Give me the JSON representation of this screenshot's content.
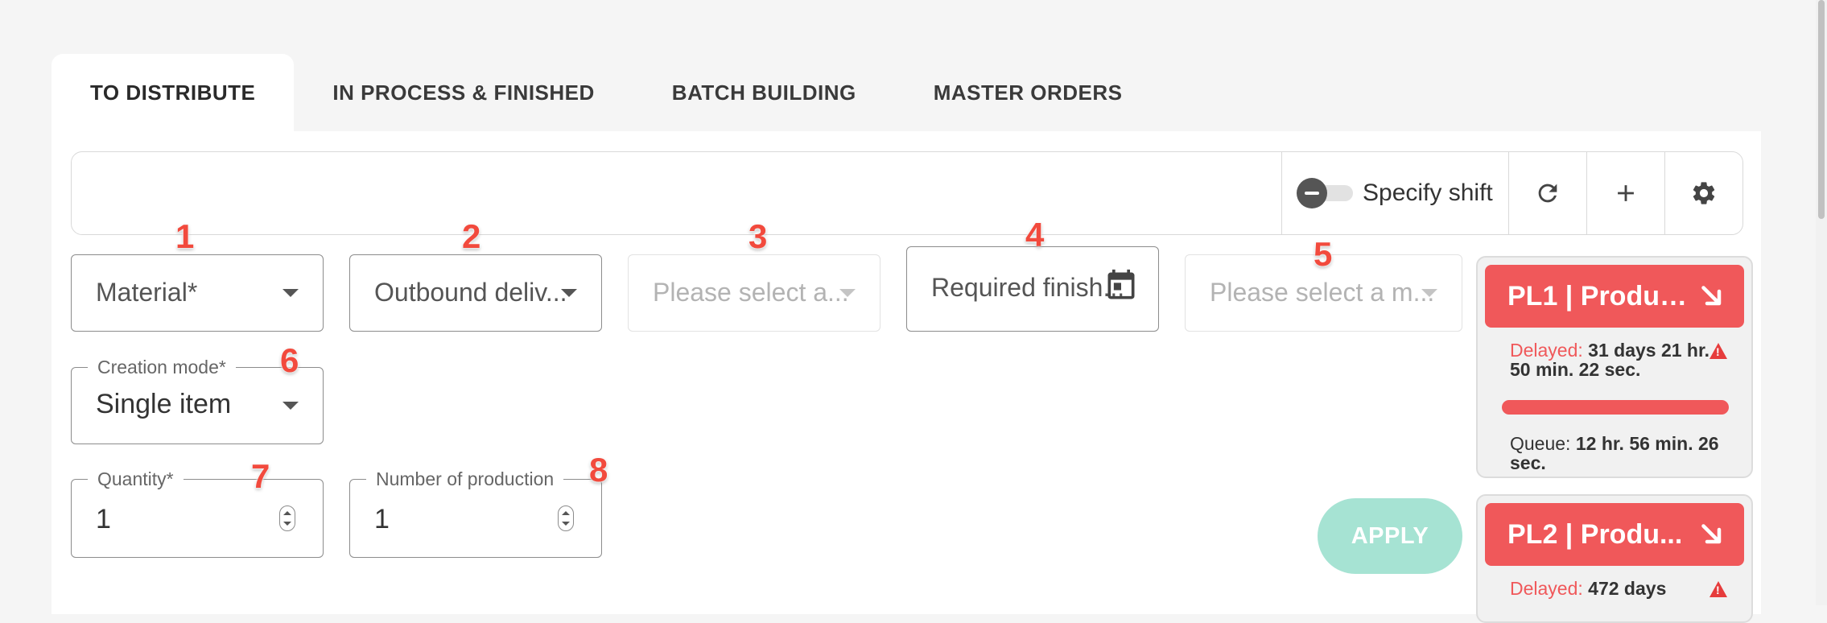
{
  "tabs": [
    {
      "label": "TO DISTRIBUTE",
      "active": true
    },
    {
      "label": "IN PROCESS & FINISHED",
      "active": false
    },
    {
      "label": "BATCH BUILDING",
      "active": false
    },
    {
      "label": "MASTER ORDERS",
      "active": false
    }
  ],
  "toolbar": {
    "specify_shift_label": "Specify shift",
    "specify_shift_on": false,
    "refresh_icon": "refresh-icon",
    "add_icon": "plus-icon",
    "settings_icon": "gear-icon"
  },
  "form": {
    "material": {
      "label": "Material*"
    },
    "outbound_delivery": {
      "label": "Outbound deliv..."
    },
    "field3": {
      "placeholder": "Please select a..."
    },
    "required_finish": {
      "label": "Required finish..."
    },
    "field5": {
      "placeholder": "Please select a m..."
    },
    "creation_mode": {
      "label": "Creation mode*",
      "value": "Single item"
    },
    "quantity": {
      "label": "Quantity*",
      "value": "1"
    },
    "number_of_production": {
      "label": "Number of production",
      "value": "1"
    },
    "apply_label": "APPLY"
  },
  "markers": [
    "1",
    "2",
    "3",
    "4",
    "5",
    "6",
    "7",
    "8"
  ],
  "production_lines": [
    {
      "title": "PL1 | Produc...",
      "delayed_label": "Delayed:",
      "delayed_value": "31 days 21 hr. 50 min. 22 sec.",
      "queue_label": "Queue:",
      "queue_value": "12 hr. 56 min. 26 sec."
    },
    {
      "title": "PL2 | Produ...",
      "delayed_label": "Delayed:",
      "delayed_value": "472 days"
    }
  ],
  "colors": {
    "accent_red": "#f0585a",
    "apply_green": "#a6e3d3"
  }
}
